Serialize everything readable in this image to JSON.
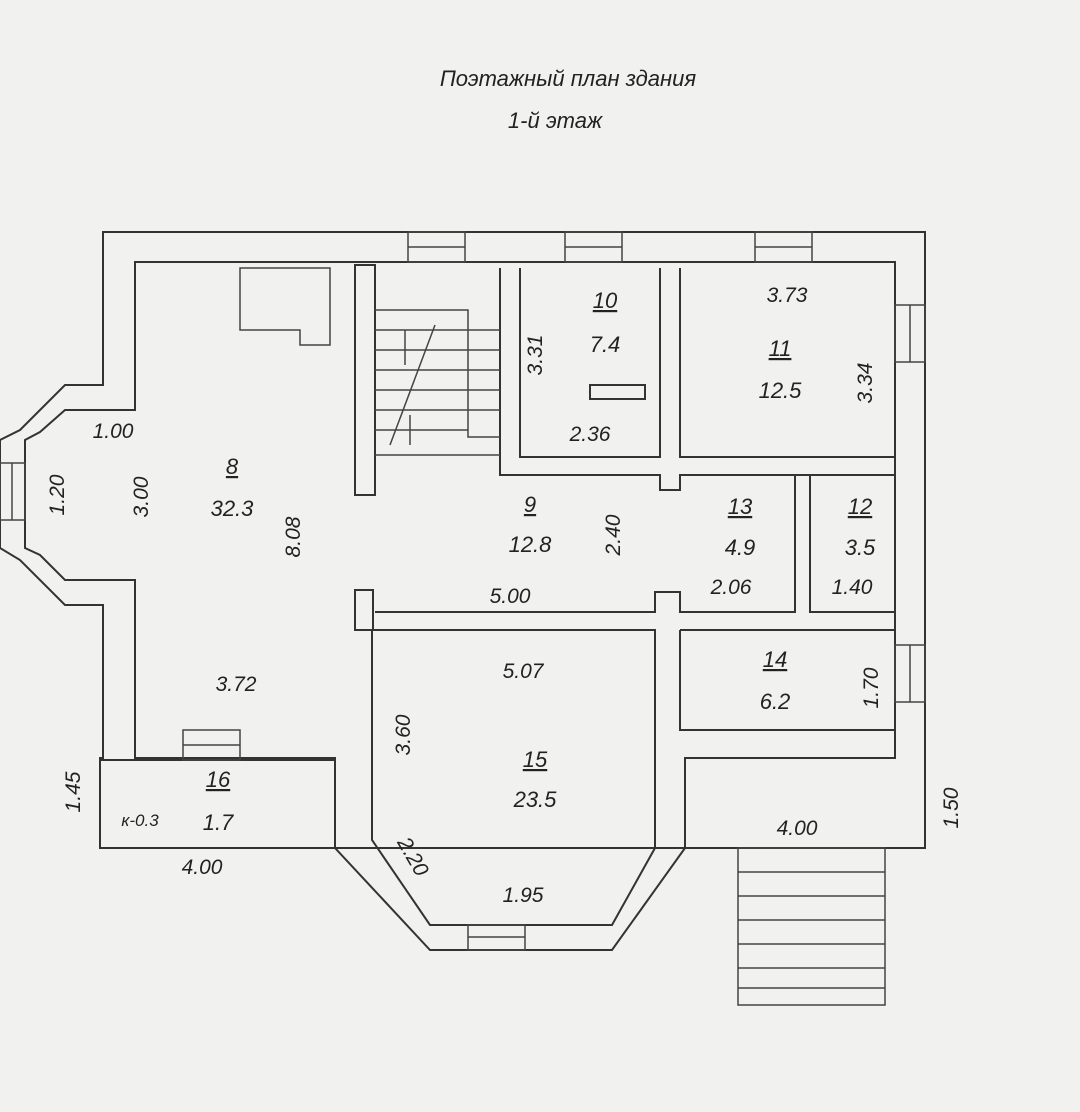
{
  "title": "Поэтажный план здания",
  "subtitle": "1-й этаж",
  "rooms": [
    {
      "number": "8",
      "area": "32.3"
    },
    {
      "number": "9",
      "area": "12.8"
    },
    {
      "number": "10",
      "area": "7.4"
    },
    {
      "number": "11",
      "area": "12.5"
    },
    {
      "number": "12",
      "area": "3.5"
    },
    {
      "number": "13",
      "area": "4.9"
    },
    {
      "number": "14",
      "area": "6.2"
    },
    {
      "number": "15",
      "area": "23.5"
    },
    {
      "number": "16",
      "area": "1.7"
    }
  ],
  "dimensions": {
    "d_1_00": "1.00",
    "d_1_20": "1.20",
    "d_3_00": "3.00",
    "d_8_08": "8.08",
    "d_3_72": "3.72",
    "d_3_31": "3.31",
    "d_2_36": "2.36",
    "d_3_73": "3.73",
    "d_3_34": "3.34",
    "d_2_40": "2.40",
    "d_5_00": "5.00",
    "d_2_06": "2.06",
    "d_1_40": "1.40",
    "d_5_07": "5.07",
    "d_3_60": "3.60",
    "d_1_70": "1.70",
    "d_1_45": "1.45",
    "d_4_00a": "4.00",
    "d_2_20": "2.20",
    "d_1_95": "1.95",
    "d_4_00b": "4.00",
    "d_1_50": "1.50"
  },
  "note": "к-0.3"
}
